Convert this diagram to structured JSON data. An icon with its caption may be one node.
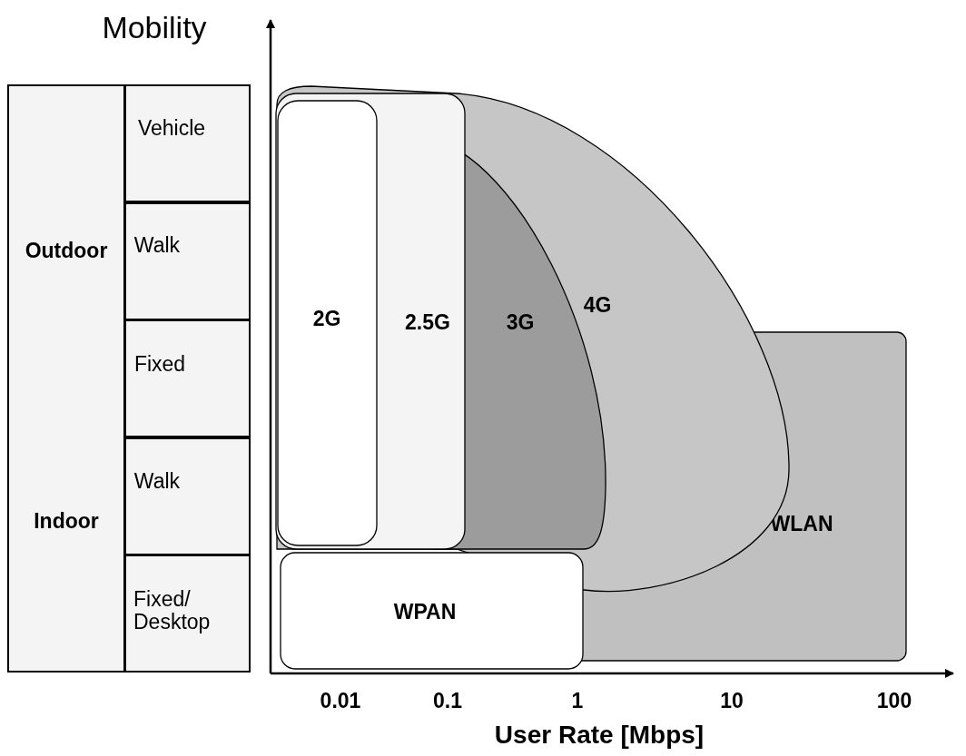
{
  "diagram": {
    "nodes": [
      {
        "text": [
          "Outdoor",
          "Indoor"
        ]
      },
      {
        "text": [
          "Vehicle"
        ]
      },
      {
        "text": [
          "Walk"
        ]
      },
      {
        "text": [
          "Fixed"
        ]
      },
      {
        "text": [
          "Walk"
        ]
      },
      {
        "text": [
          "Fixed/ Desktop"
        ]
      },
      {
        "text": [
          "4G"
        ]
      },
      {
        "text": [
          "2.5G"
        ],
        "in": 6
      },
      {
        "text": [
          "2G"
        ],
        "in": 7
      },
      {
        "text": [
          "3G"
        ],
        "in": 6
      },
      {
        "text": [
          "WLAN"
        ]
      },
      {
        "text": [
          "WPAN"
        ]
      }
    ],
    "edges": [],
    "labels": [
      "Mobility",
      "0.01",
      "0.1",
      "1",
      "10",
      "100",
      "User Rate [Mbps]"
    ]
  }
}
